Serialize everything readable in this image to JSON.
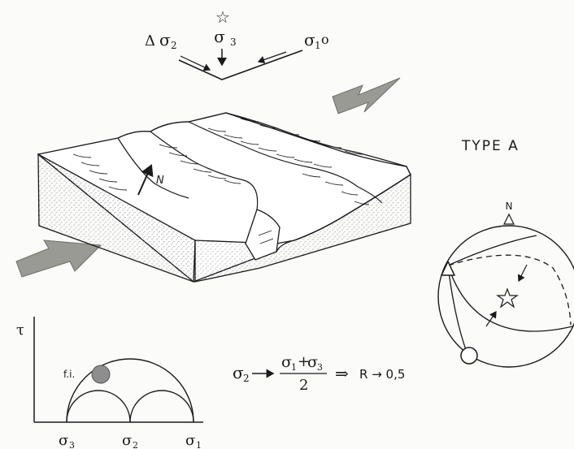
{
  "stress_axes": {
    "sigma2_symbol": "Δ",
    "sigma2_label": "σ",
    "sigma2_sub": "2",
    "sigma3_symbol": "☆",
    "sigma3_label": "σ",
    "sigma3_sub": "3",
    "sigma1_label": "σ",
    "sigma1_sub": "1",
    "sigma1_symbol": "o"
  },
  "block": {
    "north_label": "N"
  },
  "type_label": "TYPE A",
  "stereonet": {
    "north_label": "N"
  },
  "mohr": {
    "axis_label": "τ",
    "fi_label": "f.i.",
    "x_labels": [
      {
        "label": "σ",
        "sub": "3"
      },
      {
        "label": "σ",
        "sub": "2"
      },
      {
        "label": "σ",
        "sub": "1"
      }
    ]
  },
  "formula": {
    "lhs": "σ",
    "lhs_sub": "2",
    "num_a": "σ",
    "num_a_sub": "1",
    "num_plus": "+",
    "num_b": "σ",
    "num_b_sub": "3",
    "denominator": "2",
    "implies": "⇒",
    "rhs": "R → 0,5"
  },
  "colors": {
    "ink": "#1a1a1a",
    "arrow_fill": "#9a9a94",
    "dot": "#8e8e8e"
  }
}
